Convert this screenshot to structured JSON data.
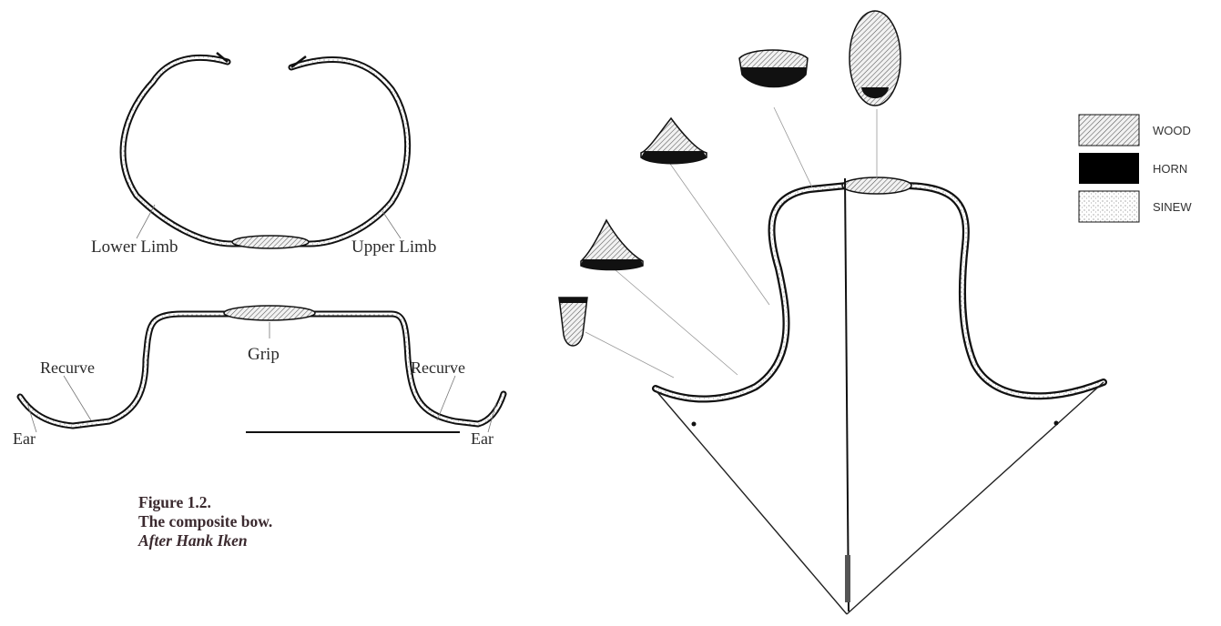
{
  "top_bow": {
    "lower_limb_label": "Lower Limb",
    "upper_limb_label": "Upper Limb"
  },
  "side_bow": {
    "grip_label": "Grip",
    "recurve_left_label": "Recurve",
    "recurve_right_label": "Recurve",
    "ear_left_label": "Ear",
    "ear_right_label": "Ear"
  },
  "legend": {
    "items": [
      {
        "label": "WOOD",
        "material": "wood",
        "color": "#d8d8d8"
      },
      {
        "label": "HORN",
        "material": "horn",
        "color": "#000000"
      },
      {
        "label": "SINEW",
        "material": "sinew",
        "color": "#f4f4f4"
      }
    ]
  },
  "caption": {
    "figure_number": "Figure 1.2.",
    "title": "The composite bow.",
    "credit": "After Hank Iken"
  }
}
